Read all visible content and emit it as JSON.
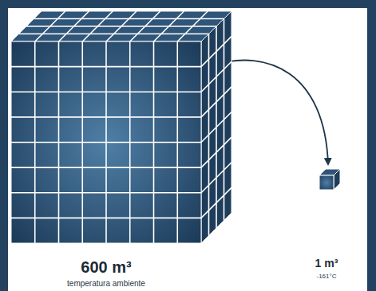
{
  "diagram": {
    "nodes": [
      {
        "text": [
          "600 m³",
          "temperatura ambiente"
        ]
      },
      {
        "text": [
          "1 m³",
          "-161°C"
        ]
      }
    ],
    "edges": [
      {
        "from": 0,
        "to": 1,
        "arrow": "to"
      }
    ]
  }
}
